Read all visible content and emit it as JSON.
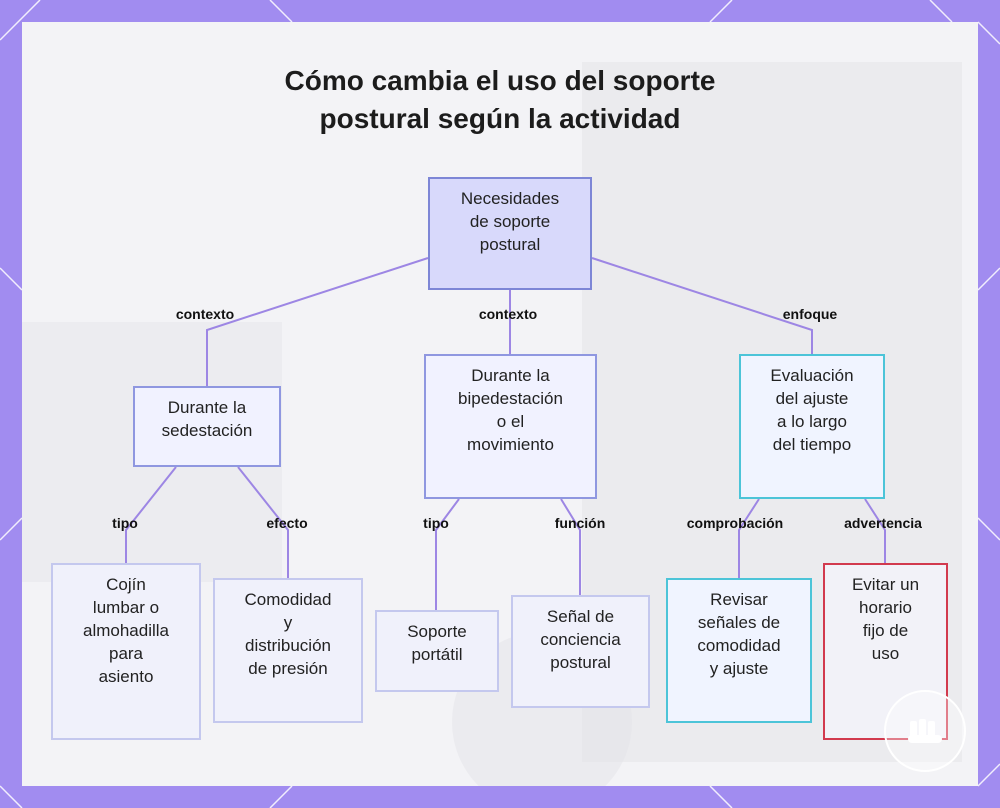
{
  "title": {
    "line1": "Cómo cambia el uso del soporte",
    "line2": "postural según la actividad"
  },
  "nodes": {
    "root": "Necesidades\nde soporte\npostural",
    "sit": "Durante la\nsedestación",
    "stand": "Durante la\nbipedestación\no el\nmovimiento",
    "eval": "Evaluación\ndel ajuste\na lo largo\ndel tiempo",
    "cushion": "Cojín\nlumbar o\nalmohadilla\npara\nasiento",
    "comfort": "Comodidad\ny\ndistribución\nde presión",
    "portable": "Soporte\nportátil",
    "signal": "Señal de\nconciencia\npostural",
    "check": "Revisar\nseñales de\ncomodidad\ny ajuste",
    "avoid": "Evitar un\nhorario\nfijo de\nuso"
  },
  "edge_labels": {
    "root_sit": "contexto",
    "root_stand": "contexto",
    "root_eval": "enfoque",
    "sit_cushion": "tipo",
    "sit_comfort": "efecto",
    "stand_portable": "tipo",
    "stand_signal": "función",
    "eval_check": "comprobación",
    "eval_avoid": "advertencia"
  },
  "colors": {
    "frame": "#a18cf0",
    "edge": "#9d86e4",
    "root_fill": "#d8d9fb",
    "teal_border": "#4cc4d8",
    "warning_border": "#d23a4e"
  },
  "icons": {
    "corner_decoration": "diagonal-line-decoration",
    "watermark": "logo-watermark-icon"
  }
}
